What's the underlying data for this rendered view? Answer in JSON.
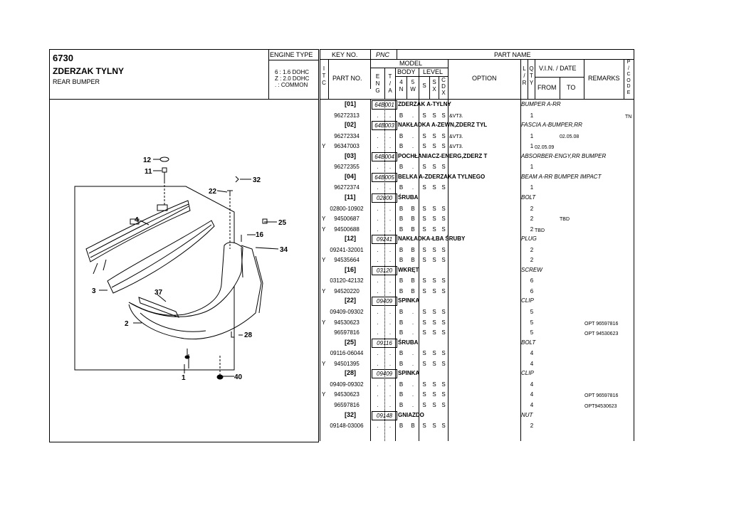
{
  "header": {
    "code": "6730",
    "title_pl": "ZDERZAK TYLNY",
    "title_en": "REAR BUMPER",
    "engine_type_label": "ENGINE TYPE",
    "engine_types": [
      "6 : 1.6 DOHC",
      "Z : 2.0 DOHC",
      ". : COMMON"
    ]
  },
  "columns": {
    "key_no": "KEY NO.",
    "pnc": "PNC",
    "part_name": "PART NAME",
    "itc": "I\nT\nC",
    "part_no": "PART NO.",
    "model": "MODEL",
    "body": "BODY",
    "level": "LEVEL",
    "eng": "E\nN\nG",
    "ta": "T\n/\nA",
    "b4n": "4\nN",
    "b5w": "5\nW",
    "s": "S",
    "sx": "S\nX",
    "cdx": "C\nD\nX",
    "option": "OPTION",
    "lr": "L\n/\nR",
    "qty": "Q\nT\nY",
    "vin_date": "V.I.N. / DATE",
    "from": "FROM",
    "to": "TO",
    "remarks": "REMARKS",
    "pcode": "P\n/\nC\nO\nD\nE"
  },
  "diagram": {
    "callouts": [
      "12",
      "11",
      "32",
      "22",
      "4",
      "25",
      "16",
      "34",
      "3",
      "37",
      "2",
      "28",
      "1",
      "40"
    ]
  },
  "rows": [
    {
      "kind": "group",
      "key": "[01]",
      "pnc": "64B001",
      "name": "ZDERZAK A-TYLNY",
      "name_en": "BUMPER A-RR"
    },
    {
      "kind": "part",
      "itc": "",
      "partno": "96272313",
      "eng": ".",
      "ta": ".",
      "b4n": "B",
      "b5w": ".",
      "s": "S",
      "sx": "S",
      "cdx": "S",
      "option": "&VT3.",
      "qty": "1",
      "from": "",
      "to": "",
      "remarks": "",
      "pcode": "TN"
    },
    {
      "kind": "group",
      "key": "[02]",
      "pnc": "64B003",
      "name": "NAKŁADKA A-ZEWN,ZDERZ TYL",
      "name_en": "FASCIA A-BUMPER,RR"
    },
    {
      "kind": "part",
      "itc": "",
      "partno": "96272334",
      "eng": ".",
      "ta": ".",
      "b4n": "B",
      "b5w": ".",
      "s": "S",
      "sx": "S",
      "cdx": "S",
      "option": "&VT3.",
      "qty": "1",
      "from": "",
      "to": "02.05.08",
      "remarks": "",
      "pcode": ""
    },
    {
      "kind": "part",
      "itc": "Y",
      "partno": "96347003",
      "eng": ".",
      "ta": ".",
      "b4n": "B",
      "b5w": ".",
      "s": "S",
      "sx": "S",
      "cdx": "S",
      "option": "&VT3.",
      "qty": "1",
      "from": "02.05.09",
      "to": "",
      "remarks": "",
      "pcode": ""
    },
    {
      "kind": "group",
      "key": "[03]",
      "pnc": "64B004",
      "name": "POCHŁANIACZ-ENERG,ZDERZ T",
      "name_en": "ABSORBER-ENGY,RR BUMPER"
    },
    {
      "kind": "part",
      "itc": "",
      "partno": "96272355",
      "eng": ".",
      "ta": ".",
      "b4n": "B",
      "b5w": ".",
      "s": "S",
      "sx": "S",
      "cdx": "S",
      "option": "",
      "qty": "1",
      "from": "",
      "to": "",
      "remarks": "",
      "pcode": ""
    },
    {
      "kind": "group",
      "key": "[04]",
      "pnc": "64B005",
      "name": "BELKA A-ZDERZAKA TYLNEGO",
      "name_en": "BEAM A-RR BUMPER IMPACT"
    },
    {
      "kind": "part",
      "itc": "",
      "partno": "96272374",
      "eng": ".",
      "ta": ".",
      "b4n": "B",
      "b5w": ".",
      "s": "S",
      "sx": "S",
      "cdx": "S",
      "option": "",
      "qty": "1",
      "from": "",
      "to": "",
      "remarks": "",
      "pcode": ""
    },
    {
      "kind": "group",
      "key": "[11]",
      "pnc": "02800",
      "name": "ŚRUBA",
      "name_en": "BOLT"
    },
    {
      "kind": "part",
      "itc": "",
      "partno": "02800-10902",
      "eng": ".",
      "ta": ".",
      "b4n": "B",
      "b5w": "B",
      "s": "S",
      "sx": "S",
      "cdx": "S",
      "option": "",
      "qty": "2",
      "from": "",
      "to": "",
      "remarks": "",
      "pcode": ""
    },
    {
      "kind": "part",
      "itc": "Y",
      "partno": "94500687",
      "eng": ".",
      "ta": ".",
      "b4n": "B",
      "b5w": "B",
      "s": "S",
      "sx": "S",
      "cdx": "S",
      "option": "",
      "qty": "2",
      "from": "",
      "to": "TBD",
      "remarks": "",
      "pcode": ""
    },
    {
      "kind": "part",
      "itc": "Y",
      "partno": "94500688",
      "eng": ".",
      "ta": ".",
      "b4n": "B",
      "b5w": "B",
      "s": "S",
      "sx": "S",
      "cdx": "S",
      "option": "",
      "qty": "2",
      "from": "TBD",
      "to": "",
      "remarks": "",
      "pcode": ""
    },
    {
      "kind": "group",
      "key": "[12]",
      "pnc": "09241",
      "name": "NAKŁADKA-ŁBA ŚRUBY",
      "name_en": "PLUG"
    },
    {
      "kind": "part",
      "itc": "",
      "partno": "09241-32001",
      "eng": ".",
      "ta": ".",
      "b4n": "B",
      "b5w": "B",
      "s": "S",
      "sx": "S",
      "cdx": "S",
      "option": "",
      "qty": "2",
      "from": "",
      "to": "",
      "remarks": "",
      "pcode": ""
    },
    {
      "kind": "part",
      "itc": "Y",
      "partno": "94535664",
      "eng": ".",
      "ta": ".",
      "b4n": "B",
      "b5w": "B",
      "s": "S",
      "sx": "S",
      "cdx": "S",
      "option": "",
      "qty": "2",
      "from": "",
      "to": "",
      "remarks": "",
      "pcode": ""
    },
    {
      "kind": "group",
      "key": "[16]",
      "pnc": "03120",
      "name": "WKRĘT",
      "name_en": "SCREW"
    },
    {
      "kind": "part",
      "itc": "",
      "partno": "03120-42132",
      "eng": ".",
      "ta": ".",
      "b4n": "B",
      "b5w": "B",
      "s": "S",
      "sx": "S",
      "cdx": "S",
      "option": "",
      "qty": "6",
      "from": "",
      "to": "",
      "remarks": "",
      "pcode": ""
    },
    {
      "kind": "part",
      "itc": "Y",
      "partno": "94520220",
      "eng": ".",
      "ta": ".",
      "b4n": "B",
      "b5w": "B",
      "s": "S",
      "sx": "S",
      "cdx": "S",
      "option": "",
      "qty": "6",
      "from": "",
      "to": "",
      "remarks": "",
      "pcode": ""
    },
    {
      "kind": "group",
      "key": "[22]",
      "pnc": "09409",
      "name": "SPINKA",
      "name_en": "CLIP"
    },
    {
      "kind": "part",
      "itc": "",
      "partno": "09409-09302",
      "eng": ".",
      "ta": ".",
      "b4n": "B",
      "b5w": ".",
      "s": "S",
      "sx": "S",
      "cdx": "S",
      "option": "",
      "qty": "5",
      "from": "",
      "to": "",
      "remarks": "",
      "pcode": ""
    },
    {
      "kind": "part",
      "itc": "Y",
      "partno": "94530623",
      "eng": ".",
      "ta": ".",
      "b4n": "B",
      "b5w": ".",
      "s": "S",
      "sx": "S",
      "cdx": "S",
      "option": "",
      "qty": "5",
      "from": "",
      "to": "",
      "remarks": "OPT 96597816",
      "pcode": ""
    },
    {
      "kind": "part",
      "itc": "",
      "partno": "96597816",
      "eng": ".",
      "ta": ".",
      "b4n": "B",
      "b5w": ".",
      "s": "S",
      "sx": "S",
      "cdx": "S",
      "option": "",
      "qty": "5",
      "from": "",
      "to": "",
      "remarks": "OPT 94530623",
      "pcode": ""
    },
    {
      "kind": "group",
      "key": "[25]",
      "pnc": "09116",
      "name": "ŚRUBA",
      "name_en": "BOLT"
    },
    {
      "kind": "part",
      "itc": "",
      "partno": "09116-06044",
      "eng": ".",
      "ta": ".",
      "b4n": "B",
      "b5w": ".",
      "s": "S",
      "sx": "S",
      "cdx": "S",
      "option": "",
      "qty": "4",
      "from": "",
      "to": "",
      "remarks": "",
      "pcode": ""
    },
    {
      "kind": "part",
      "itc": "Y",
      "partno": "94501395",
      "eng": ".",
      "ta": ".",
      "b4n": "B",
      "b5w": ".",
      "s": "S",
      "sx": "S",
      "cdx": "S",
      "option": "",
      "qty": "4",
      "from": "",
      "to": "",
      "remarks": "",
      "pcode": ""
    },
    {
      "kind": "group",
      "key": "[28]",
      "pnc": "09409",
      "name": "SPINKA",
      "name_en": "CLIP"
    },
    {
      "kind": "part",
      "itc": "",
      "partno": "09409-09302",
      "eng": ".",
      "ta": ".",
      "b4n": "B",
      "b5w": ".",
      "s": "S",
      "sx": "S",
      "cdx": "S",
      "option": "",
      "qty": "4",
      "from": "",
      "to": "",
      "remarks": "",
      "pcode": ""
    },
    {
      "kind": "part",
      "itc": "Y",
      "partno": "94530623",
      "eng": ".",
      "ta": ".",
      "b4n": "B",
      "b5w": ".",
      "s": "S",
      "sx": "S",
      "cdx": "S",
      "option": "",
      "qty": "4",
      "from": "",
      "to": "",
      "remarks": "OPT 96597816",
      "pcode": ""
    },
    {
      "kind": "part",
      "itc": "",
      "partno": "96597816",
      "eng": ".",
      "ta": ".",
      "b4n": "B",
      "b5w": ".",
      "s": "S",
      "sx": "S",
      "cdx": "S",
      "option": "",
      "qty": "4",
      "from": "",
      "to": "",
      "remarks": "OPT94530623",
      "pcode": ""
    },
    {
      "kind": "group",
      "key": "[32]",
      "pnc": "09148",
      "name": "GNIAZDO",
      "name_en": "NUT"
    },
    {
      "kind": "part",
      "itc": "",
      "partno": "09148-03006",
      "eng": ".",
      "ta": ".",
      "b4n": "B",
      "b5w": "B",
      "s": "S",
      "sx": "S",
      "cdx": "S",
      "option": "",
      "qty": "2",
      "from": "",
      "to": "",
      "remarks": "",
      "pcode": ""
    }
  ]
}
